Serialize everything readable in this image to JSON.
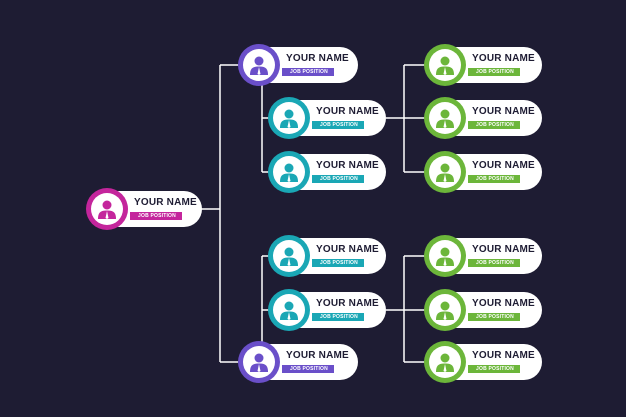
{
  "nodes": [
    {
      "id": "root",
      "name": "YOUR NAME",
      "job": "JOB POSITION",
      "color": "#c4259c"
    },
    {
      "id": "top-manager",
      "name": "YOUR NAME",
      "job": "JOB POSITION",
      "color": "#6a4fc9"
    },
    {
      "id": "top-lead-1",
      "name": "YOUR NAME",
      "job": "JOB POSITION",
      "color": "#1aa7b5"
    },
    {
      "id": "top-lead-2",
      "name": "YOUR NAME",
      "job": "JOB POSITION",
      "color": "#1aa7b5"
    },
    {
      "id": "top-member-1",
      "name": "YOUR NAME",
      "job": "JOB POSITION",
      "color": "#6cb63a"
    },
    {
      "id": "top-member-2",
      "name": "YOUR NAME",
      "job": "JOB POSITION",
      "color": "#6cb63a"
    },
    {
      "id": "top-member-3",
      "name": "YOUR NAME",
      "job": "JOB POSITION",
      "color": "#6cb63a"
    },
    {
      "id": "bottom-lead-1",
      "name": "YOUR NAME",
      "job": "JOB POSITION",
      "color": "#1aa7b5"
    },
    {
      "id": "bottom-lead-2",
      "name": "YOUR NAME",
      "job": "JOB POSITION",
      "color": "#1aa7b5"
    },
    {
      "id": "bottom-manager",
      "name": "YOUR NAME",
      "job": "JOB POSITION",
      "color": "#6a4fc9"
    },
    {
      "id": "bottom-member-1",
      "name": "YOUR NAME",
      "job": "JOB POSITION",
      "color": "#6cb63a"
    },
    {
      "id": "bottom-member-2",
      "name": "YOUR NAME",
      "job": "JOB POSITION",
      "color": "#6cb63a"
    },
    {
      "id": "bottom-member-3",
      "name": "YOUR NAME",
      "job": "JOB POSITION",
      "color": "#6cb63a"
    }
  ],
  "colors": {
    "background": "#1e1c33",
    "connector": "#ffffff",
    "card": "#ffffff",
    "name_text": "#1e1c33"
  }
}
